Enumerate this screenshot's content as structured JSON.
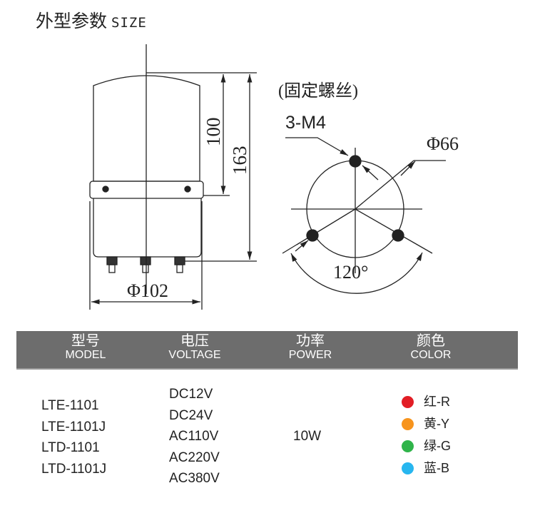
{
  "heading": {
    "cn": "外型参数",
    "en": "SIZE"
  },
  "drawing": {
    "height_short": "100",
    "height_total": "163",
    "diameter_base": "Φ102",
    "mount_note": "(固定螺丝)",
    "screws": "3-M4",
    "diameter_mount": "Φ66",
    "angle": "120°"
  },
  "table": {
    "headers": [
      {
        "cn": "型号",
        "en": "MODEL"
      },
      {
        "cn": "电压",
        "en": "VOLTAGE"
      },
      {
        "cn": "功率",
        "en": "POWER"
      },
      {
        "cn": "颜色",
        "en": "COLOR"
      }
    ],
    "models": [
      "LTE-1101",
      "LTE-1101J",
      "LTD-1101",
      "LTD-1101J"
    ],
    "voltages": [
      "DC12V",
      "DC24V",
      "AC110V",
      "AC220V",
      "AC380V"
    ],
    "power": "10W",
    "colors": [
      {
        "label": "红-R",
        "hex": "#e21d25"
      },
      {
        "label": "黄-Y",
        "hex": "#f7941d"
      },
      {
        "label": "绿-G",
        "hex": "#2fb44a"
      },
      {
        "label": "蓝-B",
        "hex": "#27b6ef"
      }
    ]
  }
}
